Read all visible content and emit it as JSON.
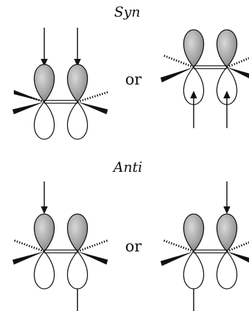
{
  "sections": {
    "syn": {
      "title": "Syn",
      "connector": "or"
    },
    "anti": {
      "title": "Anti",
      "connector": "or"
    }
  },
  "colors": {
    "lobe_fill": "#999999",
    "stroke": "#111111",
    "background": "#ffffff"
  }
}
